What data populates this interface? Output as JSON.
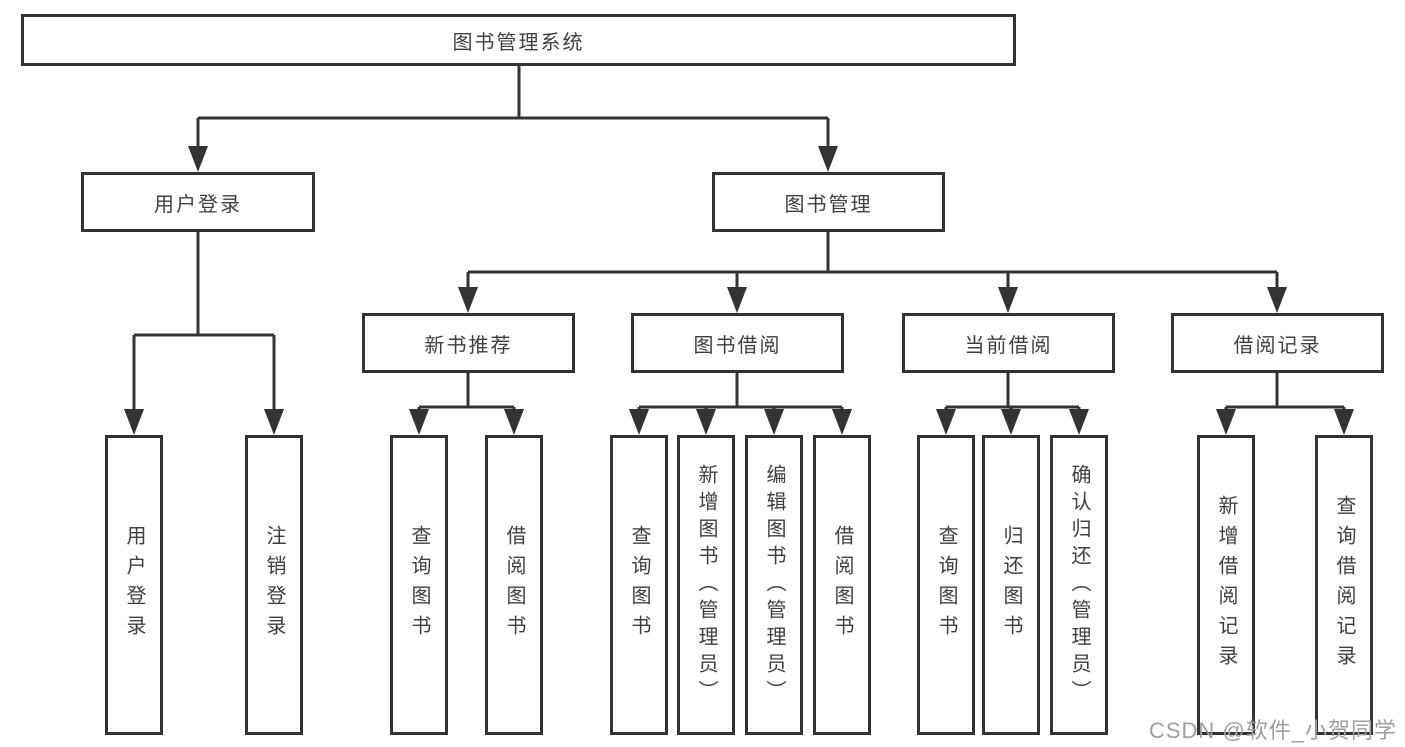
{
  "colors": {
    "line": "#333333",
    "text": "#3c4043",
    "watermark": "#9e9e9e",
    "background": "#ffffff"
  },
  "diagram": {
    "root": {
      "label": "图书管理系统"
    },
    "branches": [
      {
        "label": "用户登录",
        "children": [
          {
            "label": "用户登录"
          },
          {
            "label": "注销登录"
          }
        ]
      },
      {
        "label": "图书管理",
        "children": [
          {
            "label": "新书推荐",
            "children": [
              {
                "label": "查询图书"
              },
              {
                "label": "借阅图书"
              }
            ]
          },
          {
            "label": "图书借阅",
            "children": [
              {
                "label": "查询图书"
              },
              {
                "label": "新增图书（管理员）"
              },
              {
                "label": "编辑图书（管理员）"
              },
              {
                "label": "借阅图书"
              }
            ]
          },
          {
            "label": "当前借阅",
            "children": [
              {
                "label": "查询图书"
              },
              {
                "label": "归还图书"
              },
              {
                "label": "确认归还（管理员）"
              }
            ]
          },
          {
            "label": "借阅记录",
            "children": [
              {
                "label": "新增借阅记录"
              },
              {
                "label": "查询借阅记录"
              }
            ]
          }
        ]
      }
    ]
  },
  "watermark": {
    "text": "CSDN @软件_小贺同学"
  }
}
